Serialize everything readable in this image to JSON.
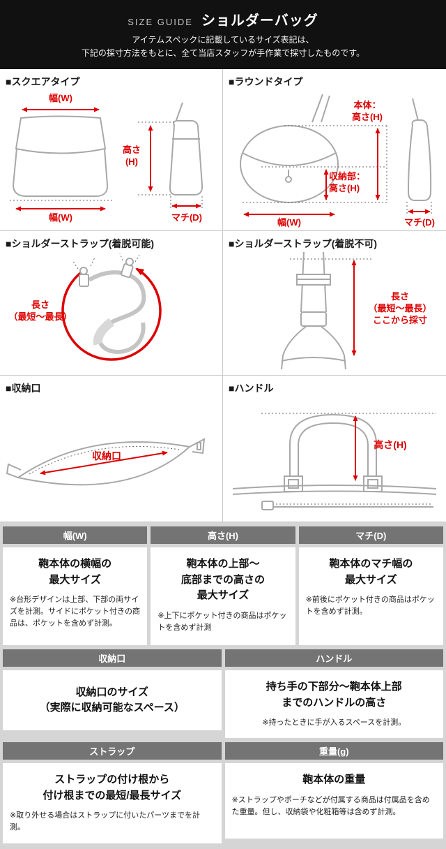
{
  "header": {
    "size_guide": "SIZE GUIDE",
    "title": "ショルダーバッグ",
    "desc1": "アイテムスペックに記載しているサイズ表記は、",
    "desc2": "下記の採寸方法をもとに、全て当店スタッフが手作業で採寸したものです。"
  },
  "panels": {
    "square": {
      "title": "■スクエアタイプ",
      "width_top": "幅(W)",
      "width_bottom": "幅(W)",
      "height": "高さ\n(H)",
      "depth": "マチ(D)"
    },
    "round": {
      "title": "■ラウンドタイプ",
      "body_height": "本体：\n高さ(H)",
      "storage_height": "収納部：\n高さ(H)",
      "width": "幅(W)",
      "depth": "マチ(D)"
    },
    "strap_removable": {
      "title": "■ショルダーストラップ(着脱可能)",
      "length": "長さ\n（最短～最長）"
    },
    "strap_fixed": {
      "title": "■ショルダーストラップ(着脱不可)",
      "length": "長さ\n（最短～最長）\nここから採寸"
    },
    "opening": {
      "title": "■収納口",
      "label": "収納口"
    },
    "handle": {
      "title": "■ハンドル",
      "height": "高さ(H)"
    }
  },
  "defs": {
    "width": {
      "header": "幅(W)",
      "main": "鞄本体の横幅の\n最大サイズ",
      "note": "※台形デザインは上部、下部の両サイズを計測。サイドにポケット付きの商品は、ポケットを含めず計測。"
    },
    "height": {
      "header": "高さ(H)",
      "main": "鞄本体の上部～\n底部までの高さの\n最大サイズ",
      "note": "※上下にポケット付きの商品はポケットを含めず計測"
    },
    "depth": {
      "header": "マチ(D)",
      "main": "鞄本体のマチ幅の\n最大サイズ",
      "note": "※前後にポケット付きの商品はポケットを含めず計測。"
    },
    "opening": {
      "header": "収納口",
      "main": "収納口のサイズ\n（実際に収納可能なスペース）"
    },
    "handle": {
      "header": "ハンドル",
      "main": "持ち手の下部分～鞄本体上部\nまでのハンドルの高さ",
      "note": "※持ったときに手が入るスペースを計測。"
    },
    "strap": {
      "header": "ストラップ",
      "main": "ストラップの付け根から\n付け根までの最短/最長サイズ",
      "note": "※取り外せる場合はストラップに付いたパーツまでを計測。"
    },
    "weight": {
      "header": "重量(g)",
      "main": "鞄本体の重量",
      "note": "※ストラップやポーチなどが付属する商品は付属品を含めた重量。但し、収納袋や化粧箱等は含めず計測。"
    }
  },
  "colors": {
    "accent_red": "#dd0000",
    "header_bg": "#111111",
    "table_header_bg": "#747474",
    "table_bg": "#d5d5d5"
  }
}
